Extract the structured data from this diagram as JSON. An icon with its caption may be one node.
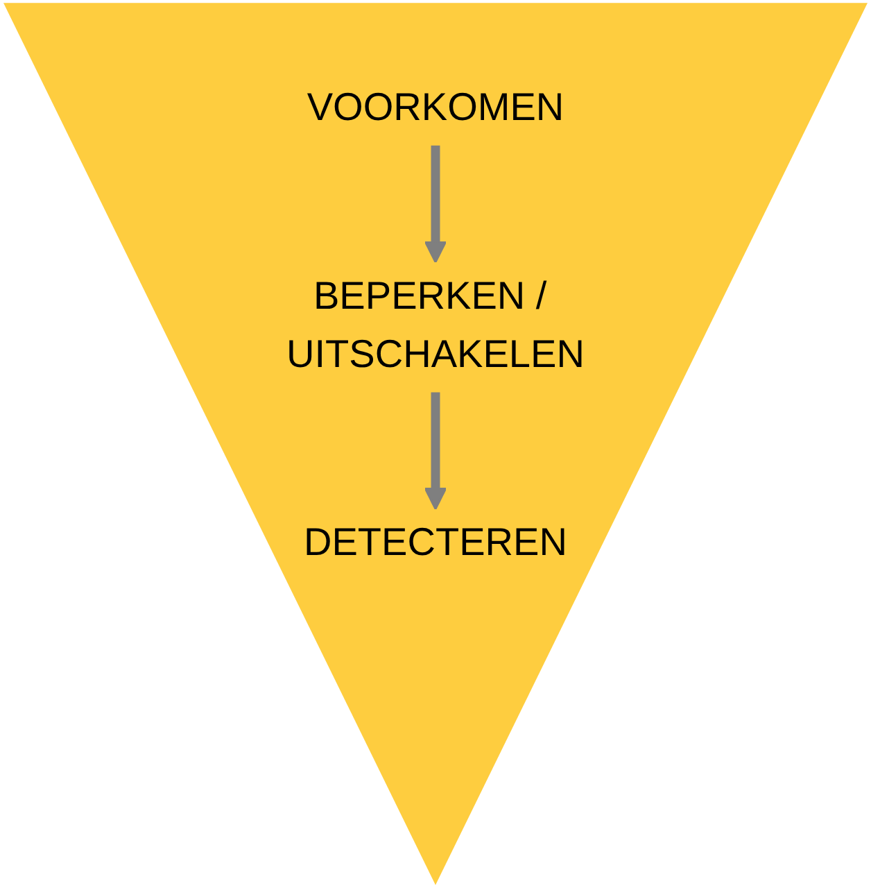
{
  "diagram": {
    "nodes": [
      {
        "text": [],
        "shape": "triangle"
      },
      {
        "text": [
          "VOORKOMEN"
        ],
        "in": 0
      },
      {
        "text": [
          "BEPERKEN / UITSCHAKELEN"
        ],
        "in": 0
      },
      {
        "text": [
          "DETECTEREN"
        ],
        "in": 0
      }
    ],
    "edges": [
      {
        "from": 1,
        "to": 2,
        "arrow": "to"
      },
      {
        "from": 2,
        "to": 3,
        "arrow": "to"
      }
    ]
  }
}
